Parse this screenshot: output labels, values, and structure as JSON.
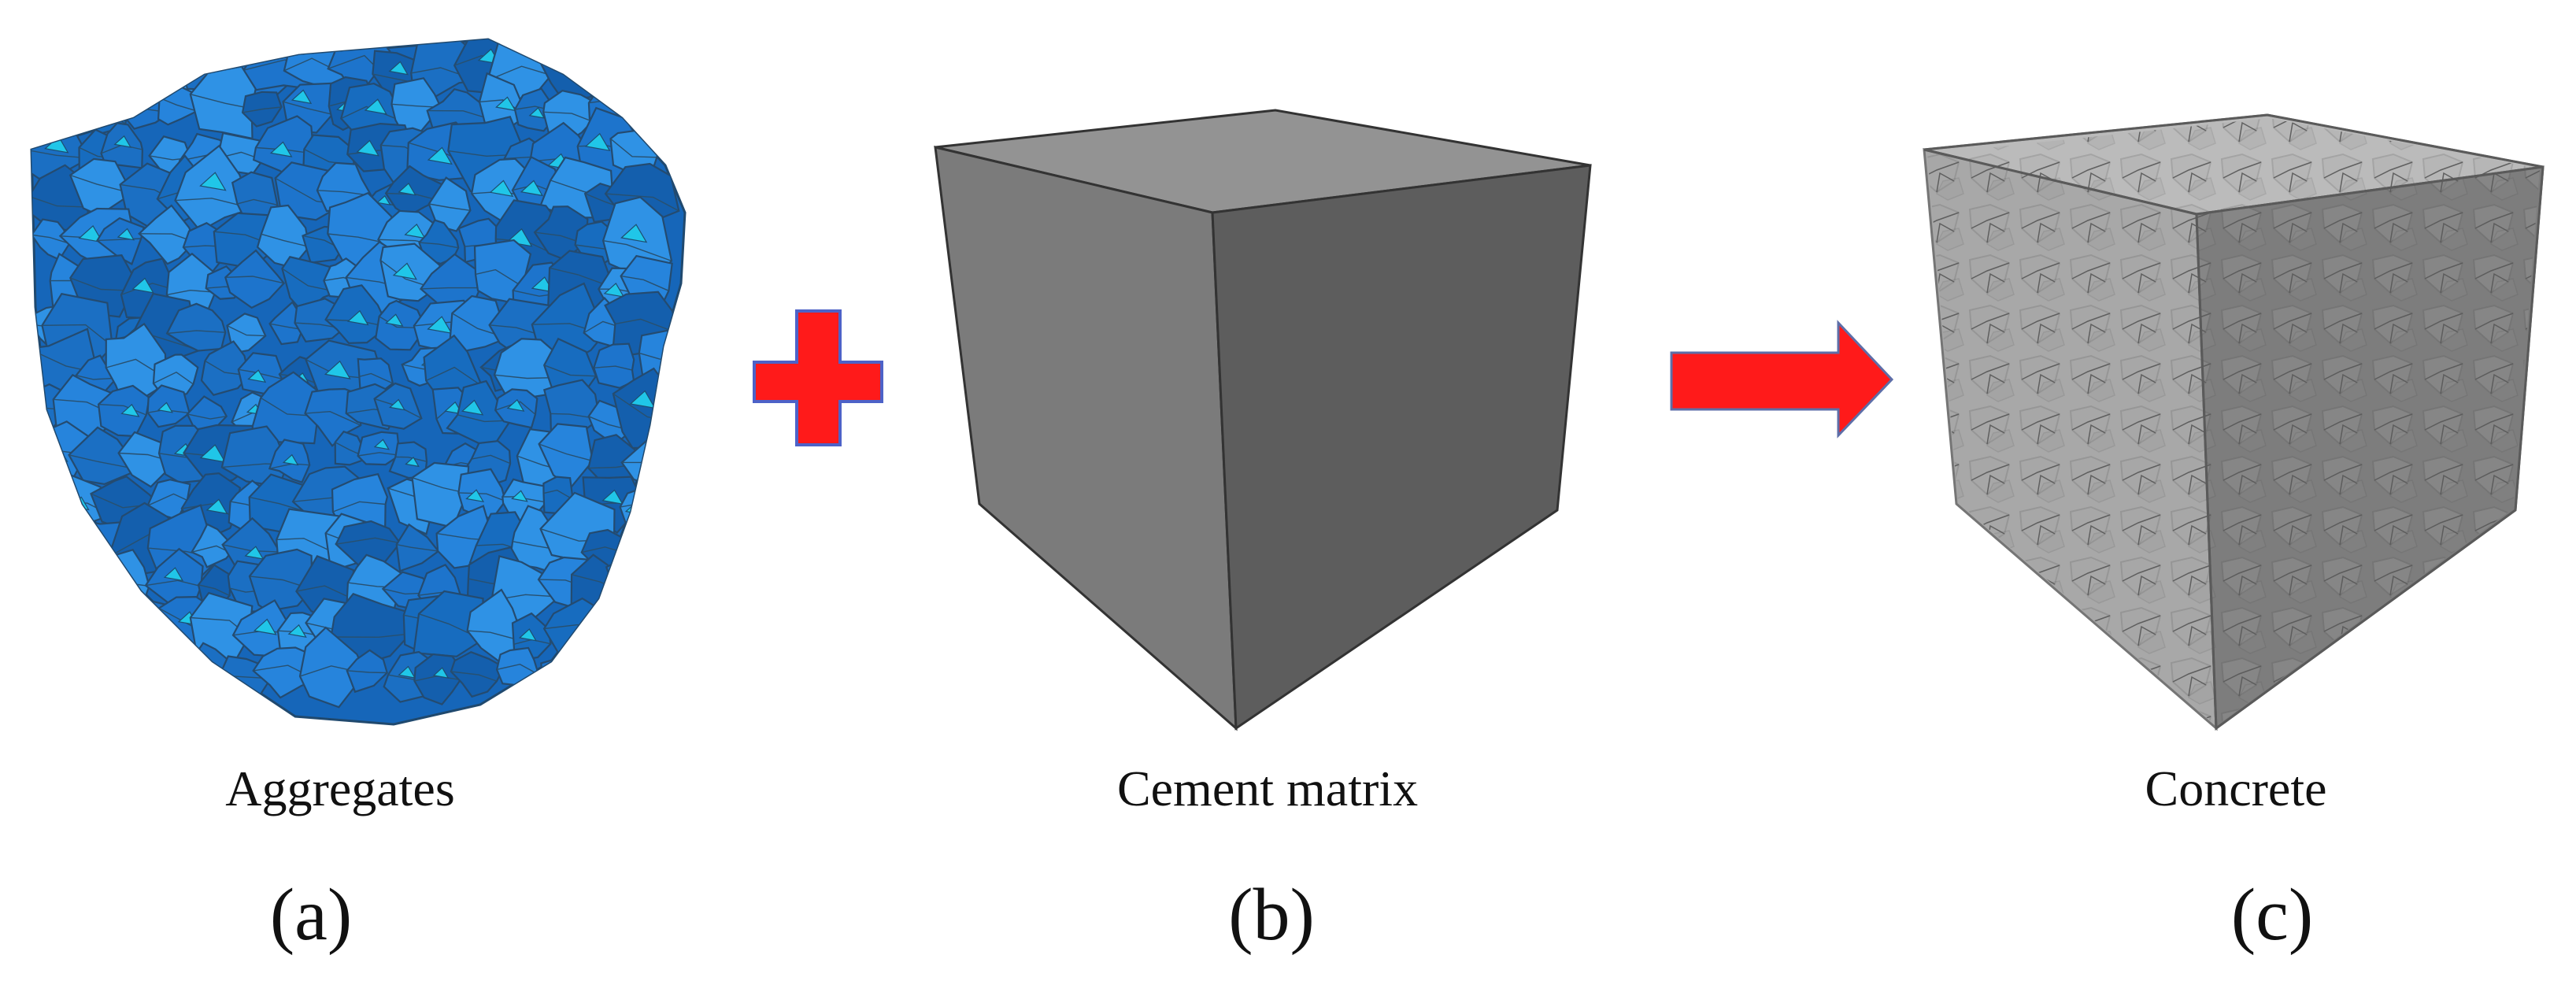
{
  "panels": [
    {
      "caption": "Aggregates",
      "label": "(a)"
    },
    {
      "caption": "Cement matrix",
      "label": "(b)"
    },
    {
      "caption": "Concrete",
      "label": "(c)"
    }
  ],
  "operators": {
    "plus_icon": "plus-icon",
    "arrow_icon": "right-arrow-icon"
  },
  "colors": {
    "aggregate_blue": "#1e73c8",
    "aggregate_highlight": "#20c6e8",
    "matrix_front": "#7b7b7b",
    "matrix_side": "#5d5d5d",
    "matrix_top": "#939393",
    "operator_red": "#ff1a1a"
  }
}
